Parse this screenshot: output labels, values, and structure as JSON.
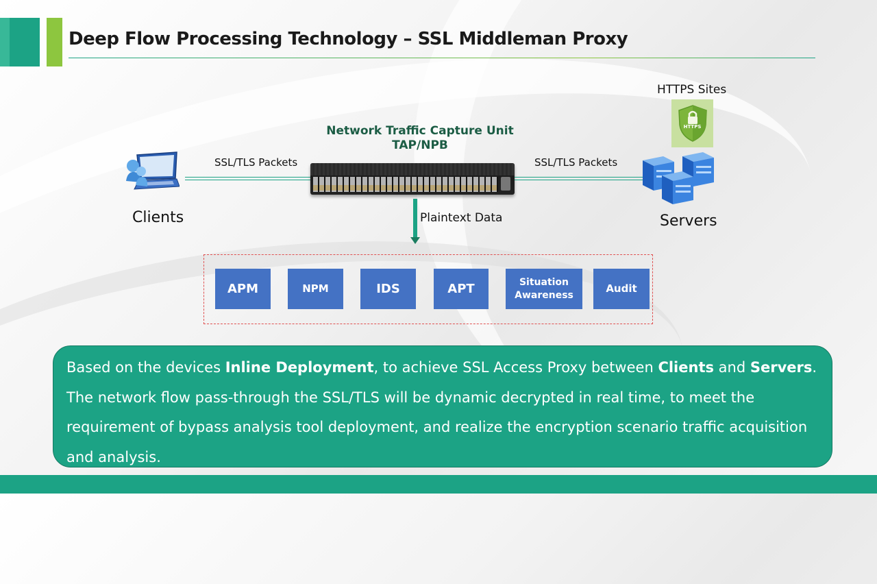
{
  "title": "Deep Flow Processing Technology – SSL Middleman Proxy",
  "device": {
    "name_line1": "Network Traffic Capture Unit",
    "name_line2": "TAP/NPB"
  },
  "clients": {
    "label": "Clients",
    "link_label": "SSL/TLS Packets"
  },
  "servers": {
    "label": "Servers",
    "link_label": "SSL/TLS Packets",
    "sites_label": "HTTPS Sites",
    "shield_text": "HTTPS"
  },
  "plaintext_label": "Plaintext Data",
  "tools": [
    {
      "label": "APM"
    },
    {
      "label": "NPM"
    },
    {
      "label": "IDS"
    },
    {
      "label": "APT"
    },
    {
      "label_line1": "Situation",
      "label_line2": "Awareness"
    },
    {
      "label": "Audit"
    }
  ],
  "description": {
    "p1_a": "Based on the devices ",
    "p1_b": "Inline Deployment",
    "p1_c": ", to achieve SSL Access Proxy between ",
    "p1_d": "Clients",
    "p1_e": " and ",
    "p1_f": "Servers",
    "p1_g": ".",
    "p2": "The network flow pass-through the SSL/TLS will be dynamic decrypted in real time, to meet the requirement of bypass analysis tool deployment, and realize the encryption scenario traffic acquisition and analysis."
  },
  "colors": {
    "teal": "#1ca385",
    "green": "#8dc63f",
    "tool_blue": "#4472c4",
    "dashed_red": "#e05050"
  }
}
